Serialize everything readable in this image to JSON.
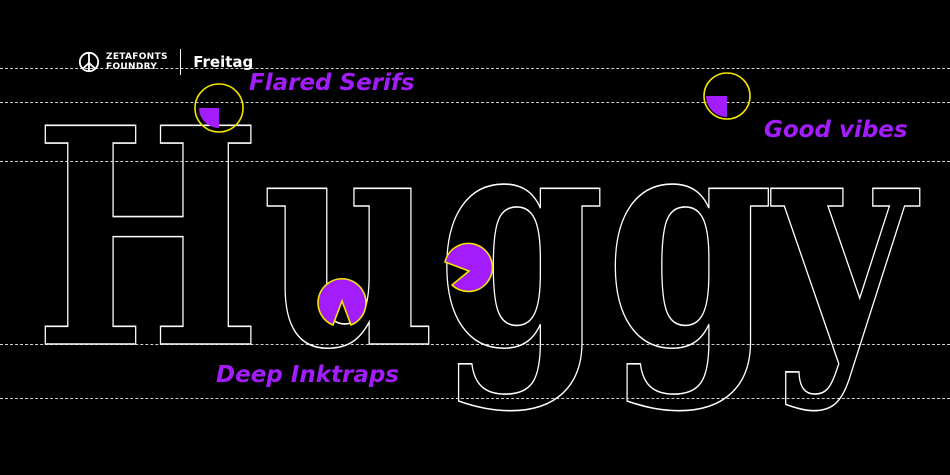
{
  "brand": {
    "logo_icon": "peace-sign-icon",
    "foundry_line1": "ZETAFONTS",
    "foundry_line2": "FOUNDRY",
    "font_name": "Freitag"
  },
  "specimen": {
    "word": "Huggy",
    "stroke_color": "#ffffff",
    "background_color": "#000000"
  },
  "callouts": {
    "flared_serifs": "Flared Serifs",
    "good_vibes": "Good vibes",
    "deep_inktraps": "Deep Inktraps",
    "text_color": "#a21cfc"
  },
  "markers": {
    "fill_color": "#a21cfc",
    "ring_color": "#f2e600"
  }
}
